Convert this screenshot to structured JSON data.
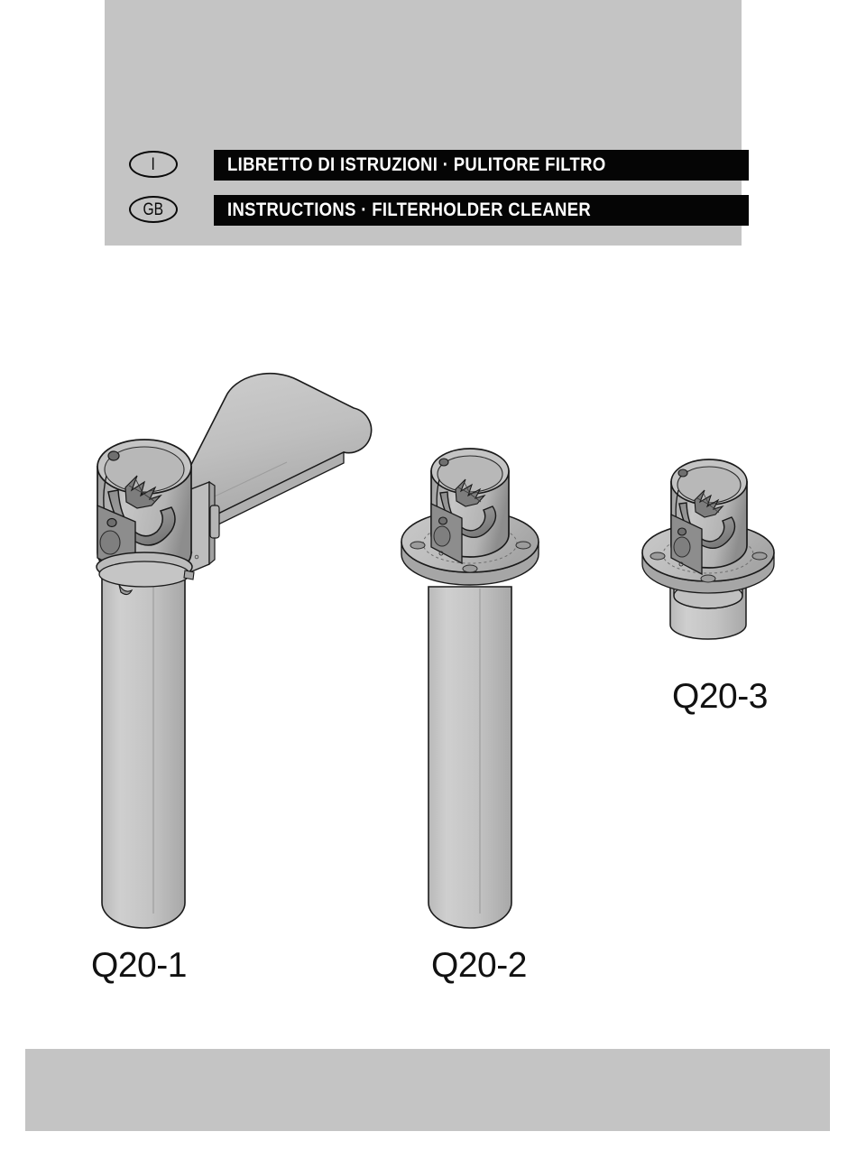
{
  "document": {
    "type": "instruction-manual-cover",
    "background_color": "#ffffff"
  },
  "header": {
    "background_color": "#c4c4c4",
    "bar_color": "#050505",
    "bar_text_color": "#ffffff",
    "rows": [
      {
        "badge": "I",
        "badge_language": "Italian",
        "title": "LIBRETTO  DI  ISTRUZIONI · PULITORE FILTRO"
      },
      {
        "badge": "GB",
        "badge_language": "English",
        "title": "INSTRUCTIONS · FILTERHOLDER CLEANER"
      }
    ]
  },
  "figures": {
    "caption_color": "#111111",
    "items": [
      {
        "label": "Q20-1",
        "description": "Filterholder cleaner with tall column and elongated rounded drip tray arm"
      },
      {
        "label": "Q20-2",
        "description": "Filterholder cleaner with tall column and circular mounting flange"
      },
      {
        "label": "Q20-3",
        "description": "Filterholder cleaner with short cylindrical base and circular mounting flange"
      }
    ]
  },
  "footer": {
    "background_color": "#c4c4c4"
  },
  "palette": {
    "gray_panel": "#c4c4c4",
    "bar_black": "#050505",
    "body_light": "#c9c9c9",
    "body_mid": "#b3b3b3",
    "body_dark": "#8f8f8f",
    "body_darker": "#757575",
    "outline": "#1a1a1a"
  }
}
